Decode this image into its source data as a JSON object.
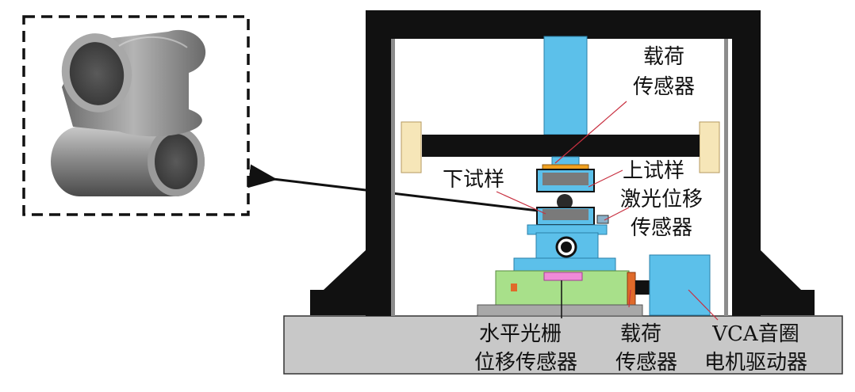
{
  "labels": {
    "load_sensor_top_line1": "载荷",
    "load_sensor_top_line2": "传感器",
    "upper_specimen": "上试样",
    "lower_specimen": "下试样",
    "laser_sensor_line1": "激光位移",
    "laser_sensor_line2": "传感器",
    "grating_sensor_line1": "水平光栅",
    "grating_sensor_line2": "位移传感器",
    "load_sensor_bottom_line1": "载荷",
    "load_sensor_bottom_line2": "传感器",
    "vca_line1": "VCA音圈",
    "vca_line2": "电机驱动器"
  },
  "colors": {
    "frame": "#111111",
    "column": "#5cc0ea",
    "pad": "#f6e6b8",
    "base": "#c8c8c8",
    "stage_green": "#a8e08a",
    "sample_orange": "#f0a020",
    "annotation_line": "#c83040",
    "pink_grating": "#f08ad8",
    "sensor_orange": "#e06a2a"
  },
  "icons": [
    "crossed-tubes-specimen-icon",
    "arrow-left-icon"
  ]
}
